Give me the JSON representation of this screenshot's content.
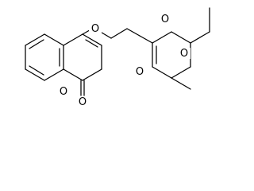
{
  "molecule": {
    "atoms": [
      {
        "id": "o1",
        "symbol": "O"
      },
      {
        "id": "o2",
        "symbol": "O"
      },
      {
        "id": "o3",
        "symbol": "O"
      },
      {
        "id": "o4",
        "symbol": "O"
      },
      {
        "id": "o5",
        "symbol": "O"
      },
      {
        "id": "o6",
        "symbol": "O"
      }
    ],
    "colors": {
      "bond": "#000000",
      "background": "#ffffff"
    }
  }
}
